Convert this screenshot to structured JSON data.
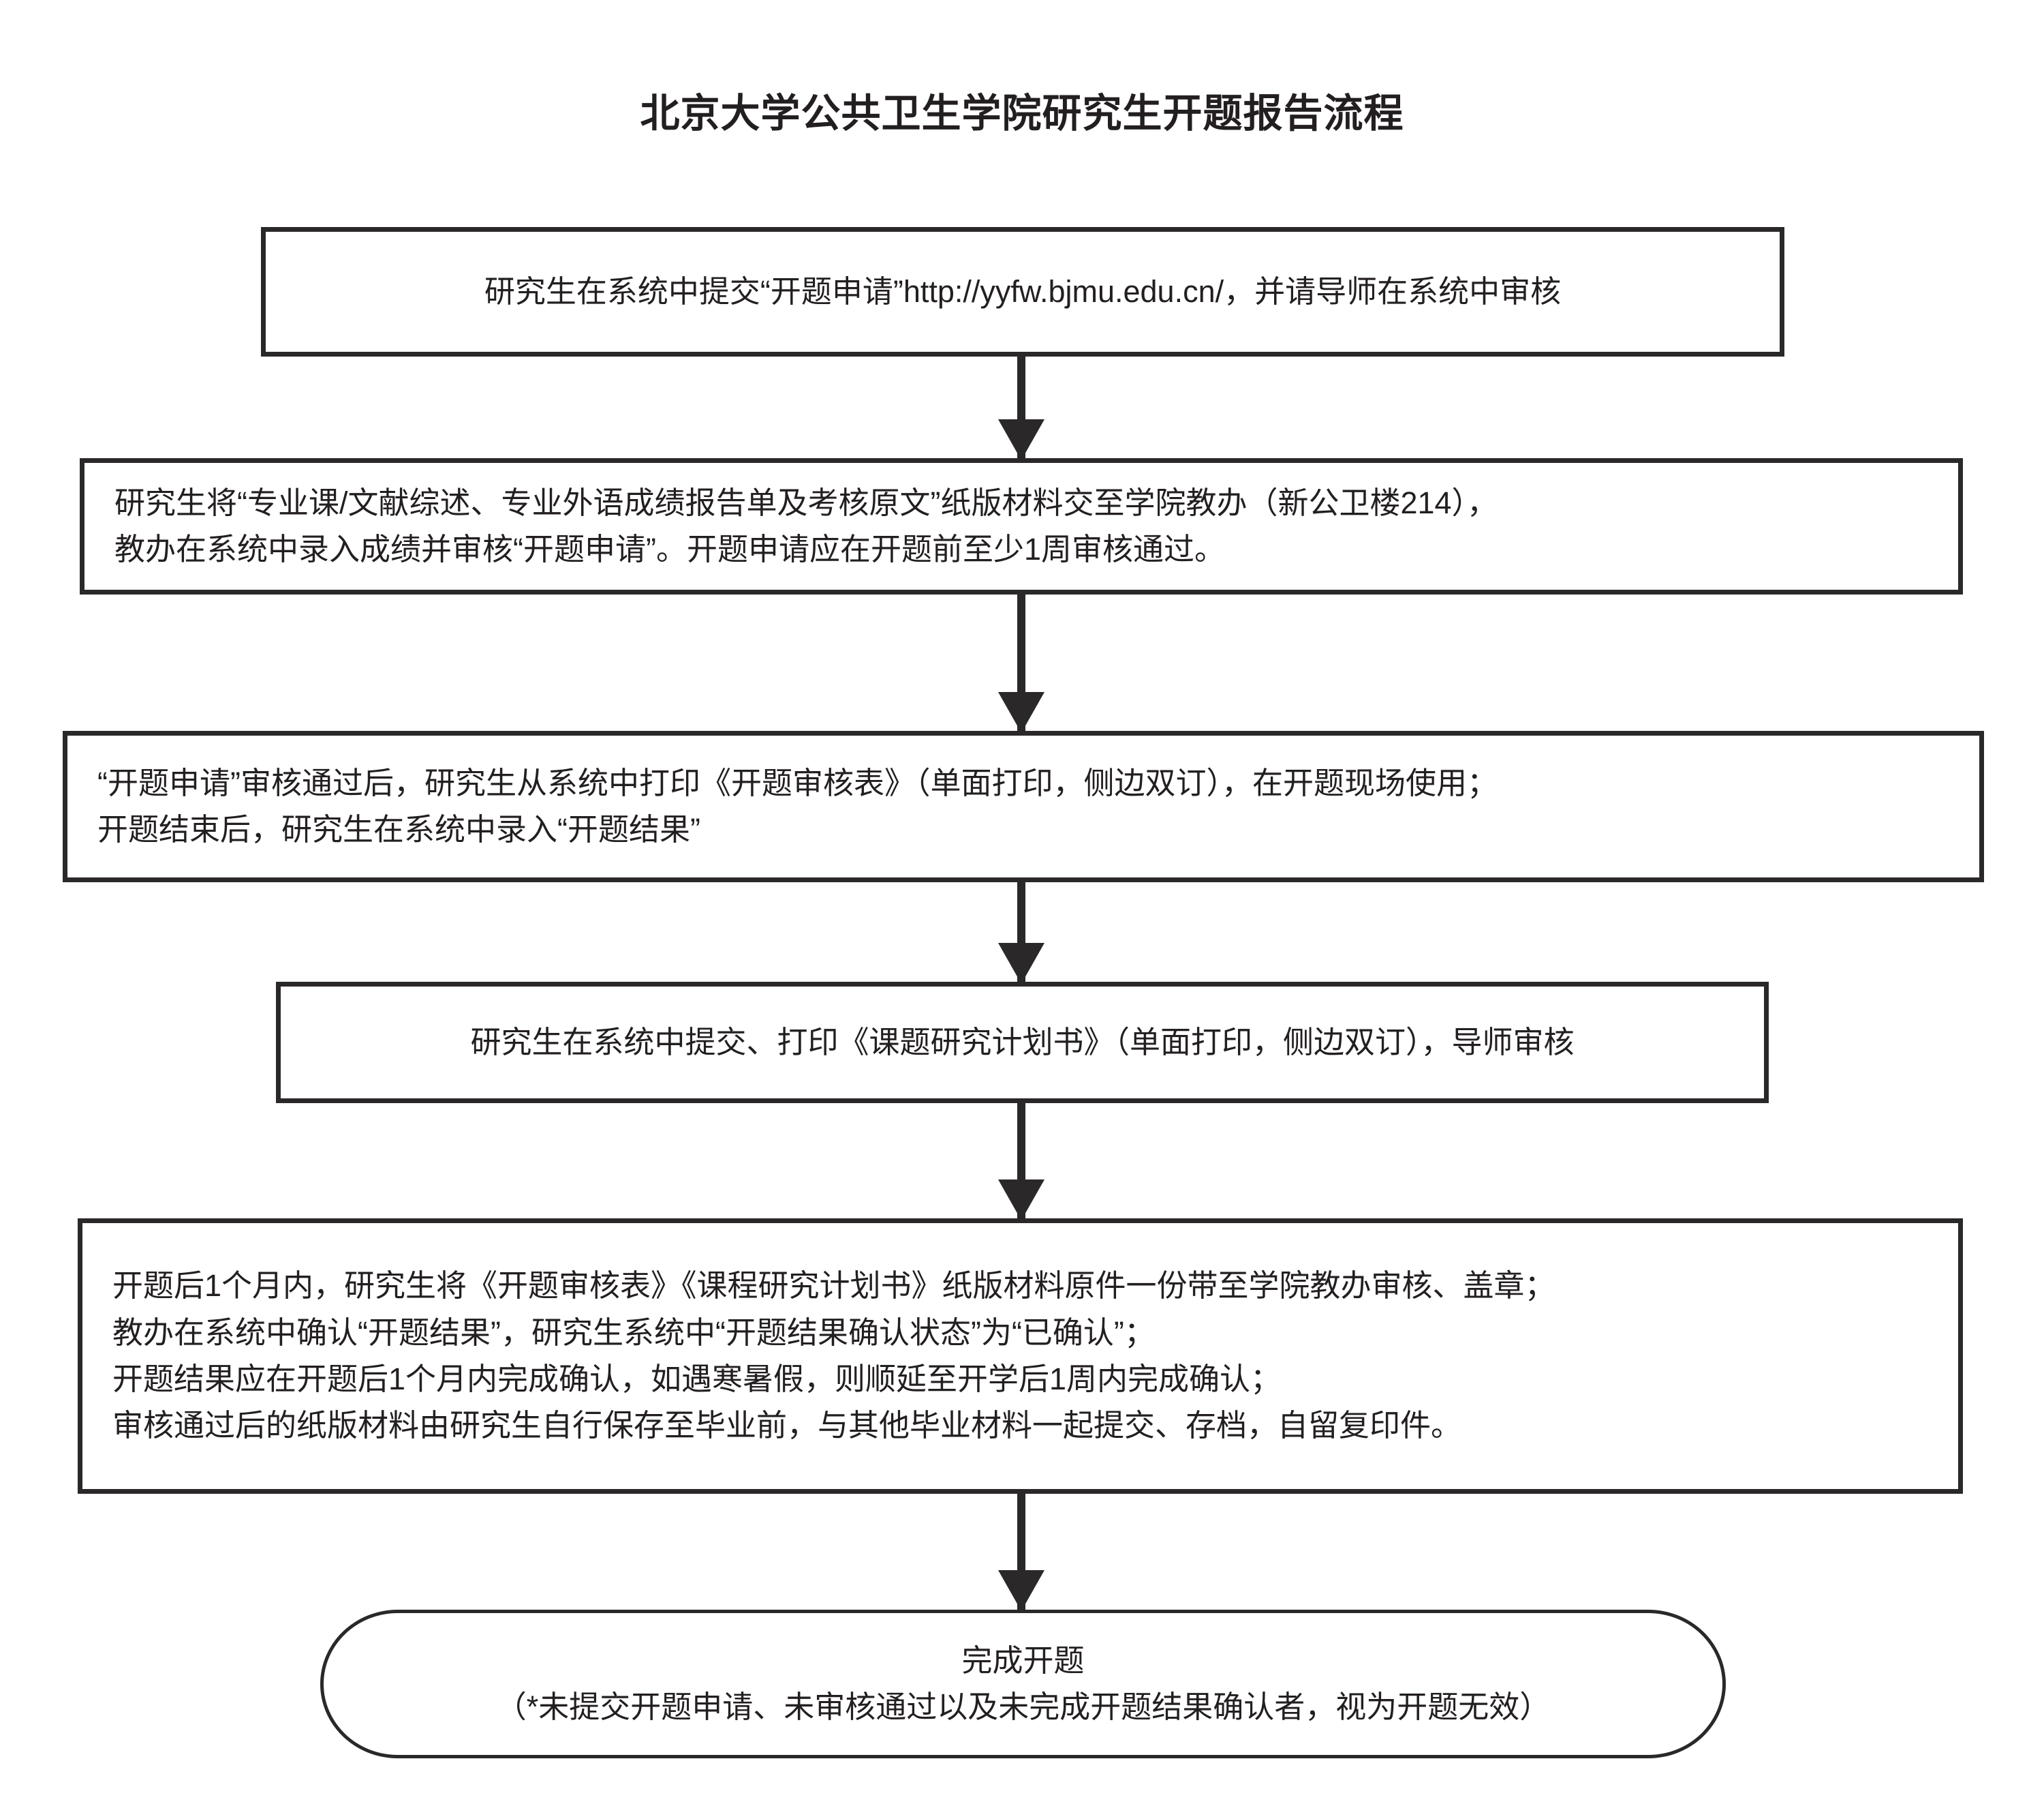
{
  "title": "北京大学公共卫生学院研究生开题报告流程",
  "chart_data": {
    "type": "diagram",
    "title": "北京大学公共卫生学院研究生开题报告流程",
    "orientation": "top-to-bottom",
    "node_count": 6,
    "connector_count": 5,
    "colors": {
      "stroke": "#2b2829",
      "text": "#231f20",
      "background": "#ffffff"
    }
  },
  "nodes": [
    {
      "id": "node-1",
      "shape": "rectangle",
      "align": "center",
      "lines": [
        "研究生在系统中提交“开题申请”http://yyfw.bjmu.edu.cn/，并请导师在系统中审核"
      ]
    },
    {
      "id": "node-2",
      "shape": "rectangle",
      "align": "left",
      "lines": [
        "研究生将“专业课/文献综述、专业外语成绩报告单及考核原文”纸版材料交至学院教办（新公卫楼214），",
        "教办在系统中录入成绩并审核“开题申请”。开题申请应在开题前至少1周审核通过。"
      ]
    },
    {
      "id": "node-3",
      "shape": "rectangle",
      "align": "left",
      "lines": [
        "“开题申请”审核通过后，研究生从系统中打印《开题审核表》（单面打印，侧边双订），在开题现场使用；",
        "开题结束后，研究生在系统中录入“开题结果”"
      ]
    },
    {
      "id": "node-4",
      "shape": "rectangle",
      "align": "center",
      "lines": [
        "研究生在系统中提交、打印《课题研究计划书》（单面打印，侧边双订），导师审核"
      ]
    },
    {
      "id": "node-5",
      "shape": "rectangle",
      "align": "left",
      "lines": [
        "开题后1个月内，研究生将《开题审核表》《课程研究计划书》纸版材料原件一份带至学院教办审核、盖章；",
        "教办在系统中确认“开题结果”，研究生系统中“开题结果确认状态”为“已确认”；",
        "开题结果应在开题后1个月内完成确认，如遇寒暑假，则顺延至开学后1周内完成确认；",
        "审核通过后的纸版材料由研究生自行保存至毕业前，与其他毕业材料一起提交、存档，自留复印件。"
      ]
    },
    {
      "id": "node-6",
      "shape": "rounded-stadium",
      "align": "center",
      "lines": [
        "完成开题",
        "（*未提交开题申请、未审核通过以及未完成开题结果确认者，视为开题无效）"
      ]
    }
  ],
  "connectors": [
    {
      "id": "conn-1",
      "from": "node-1",
      "to": "node-2",
      "arrow": "down"
    },
    {
      "id": "conn-2",
      "from": "node-2",
      "to": "node-3",
      "arrow": "down"
    },
    {
      "id": "conn-3",
      "from": "node-3",
      "to": "node-4",
      "arrow": "down"
    },
    {
      "id": "conn-4",
      "from": "node-4",
      "to": "node-5",
      "arrow": "down"
    },
    {
      "id": "conn-5",
      "from": "node-5",
      "to": "node-6",
      "arrow": "down"
    }
  ]
}
